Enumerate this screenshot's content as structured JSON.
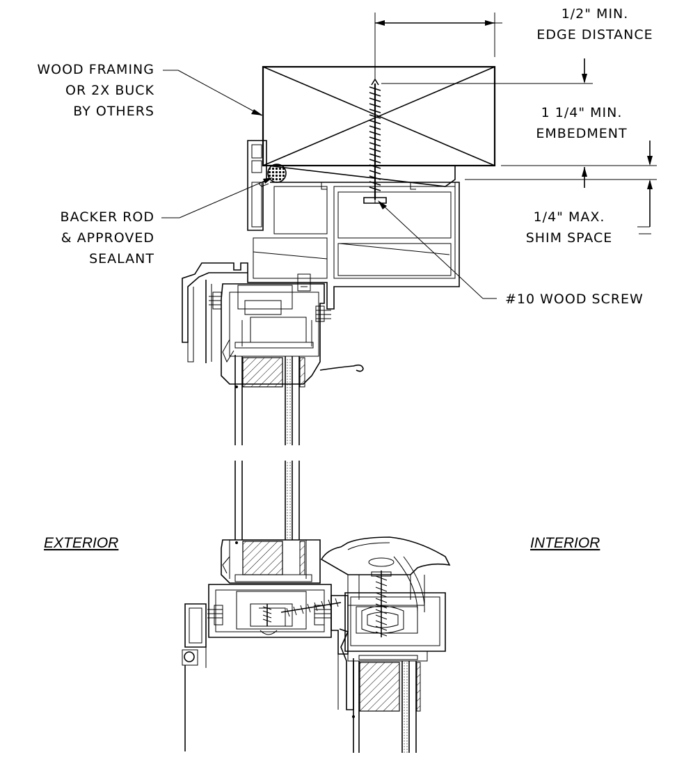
{
  "labels": {
    "edge_distance": [
      "1/2\" MIN.",
      "EDGE DISTANCE"
    ],
    "wood_framing": [
      "WOOD FRAMING",
      "OR 2X BUCK",
      "BY OTHERS"
    ],
    "embedment": [
      "1 1/4\" MIN.",
      "EMBEDMENT"
    ],
    "backer_rod": [
      "BACKER ROD",
      "& APPROVED",
      "SEALANT"
    ],
    "shim_space": [
      "1/4\" MAX.",
      "SHIM SPACE"
    ],
    "wood_screw": "#10 WOOD SCREW",
    "exterior": "EXTERIOR",
    "interior": "INTERIOR"
  },
  "colors": {
    "line": "#000000",
    "background": "#ffffff"
  }
}
